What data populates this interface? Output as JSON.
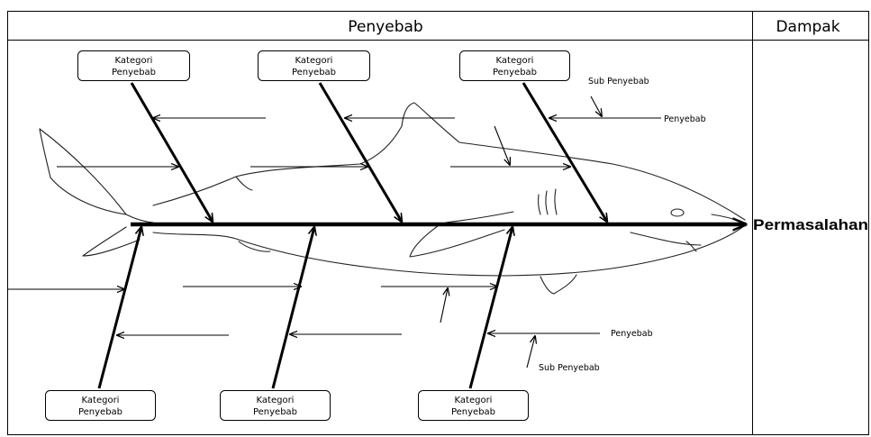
{
  "header": {
    "cause_title": "Penyebab",
    "effect_title": "Dampak"
  },
  "effect_label": "Permasalahan",
  "top_categories": [
    {
      "line1": "Kategori",
      "line2": "Penyebab"
    },
    {
      "line1": "Kategori",
      "line2": "Penyebab"
    },
    {
      "line1": "Kategori",
      "line2": "Penyebab"
    }
  ],
  "bottom_categories": [
    {
      "line1": "Kategori",
      "line2": "Penyebab"
    },
    {
      "line1": "Kategori",
      "line2": "Penyebab"
    },
    {
      "line1": "Kategori",
      "line2": "Penyebab"
    }
  ],
  "annotations": {
    "top_sub_cause": "Sub Penyebab",
    "top_cause": "Penyebab",
    "bottom_cause": "Penyebab",
    "bottom_sub_cause": "Sub Penyebab"
  }
}
